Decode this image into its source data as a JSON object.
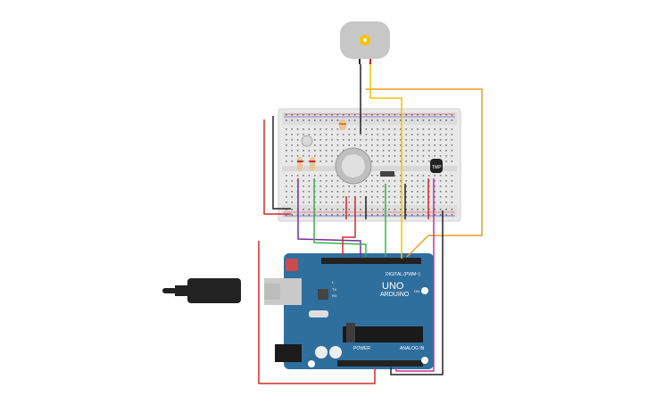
{
  "app": {
    "title": ""
  },
  "board": {
    "brand": "ARDUINO",
    "model": "UNO",
    "digital_label": "DIGITAL (PWM~)",
    "power_label": "POWER",
    "analog_label": "ANALOG IN",
    "on_label": "ON",
    "tx_label": "TX",
    "rx_label": "RX",
    "l_label": "L"
  },
  "components": {
    "sensor_label": "TMP",
    "motor": "dc-motor",
    "gas_sensor": "gas-sensor",
    "usb": "usb-cable"
  },
  "colors": {
    "board_blue": "#2f6f9e",
    "wire_red": "#d22b2b",
    "wire_orange": "#f29c1f",
    "wire_yellow": "#f5c400",
    "wire_green": "#35b44a",
    "wire_purple": "#7a2f9c",
    "wire_magenta": "#c3339a",
    "wire_black": "#333333",
    "breadboard": "#ececec"
  }
}
